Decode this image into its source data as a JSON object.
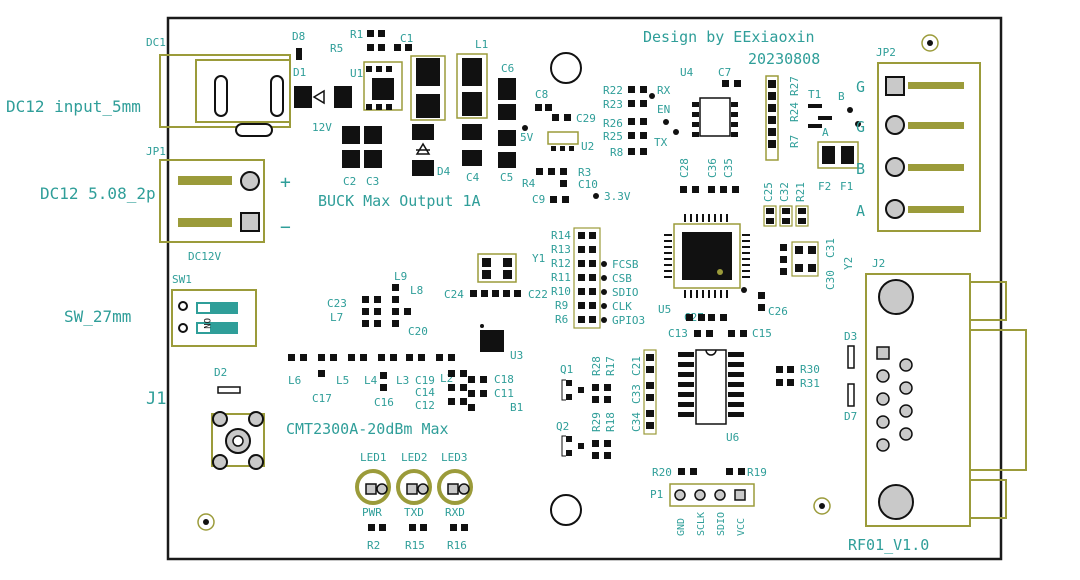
{
  "outline": {
    "color": "#1a1a1a"
  },
  "colors": {
    "silk_text": "#2f9e99",
    "footprint": "#9b9b3a",
    "pad": "#1a1a1a",
    "copper_pad": "#c9c9c9"
  },
  "title": {
    "design_by": "Design by EExiaoxin",
    "date": "20230808",
    "board_name": "RF01_V1.0"
  },
  "left_notes": {
    "dc_input": "DC12 input_5mm",
    "dc_terminal": "DC12 5.08_2p",
    "switch": "SW_27mm",
    "jumper": "J1"
  },
  "section_labels": {
    "buck": "BUCK Max Output 1A",
    "rf": "CMT2300A-20dBm Max"
  },
  "terminal_labels": {
    "plus": "+",
    "minus": "−",
    "dc12v": "DC12V",
    "v12": "12V",
    "v5": "5V",
    "v33": "3.3V"
  },
  "connector_jp2": {
    "ref": "JP2",
    "pins": [
      "G",
      "G",
      "B",
      "A"
    ]
  },
  "mcu_pins": [
    "FCSB",
    "CSB",
    "SDIO",
    "CLK",
    "GPIO3"
  ],
  "uart_pins": [
    "RX",
    "EN",
    "TX"
  ],
  "p1_pins": [
    "GND",
    "SCLK",
    "SDIO",
    "VCC"
  ],
  "leds": [
    {
      "ref": "LED1",
      "label": "PWR",
      "res": "R2"
    },
    {
      "ref": "LED2",
      "label": "TXD",
      "res": "R15"
    },
    {
      "ref": "LED3",
      "label": "RXD",
      "res": "R16"
    }
  ],
  "refs": {
    "dc1": "DC1",
    "d8": "D8",
    "r1": "R1",
    "r5": "R5",
    "c1": "C1",
    "l1": "L1",
    "u1": "U1",
    "d1": "D1",
    "c2": "C2",
    "c3": "C3",
    "d4": "D4",
    "c4": "C4",
    "c5": "C5",
    "c6": "C6",
    "c8": "C8",
    "c29": "C29",
    "u2": "U2",
    "r3": "R3",
    "r4": "R4",
    "c10": "C10",
    "c9": "C9",
    "jp1": "JP1",
    "sw1": "SW1",
    "on": "ON",
    "r22": "R22",
    "r23": "R23",
    "r26": "R26",
    "r25": "R25",
    "r8": "R8",
    "u4": "U4",
    "c7": "C7",
    "r27": "R27",
    "r24": "R24",
    "r7": "R7",
    "t1": "T1",
    "tb": "B",
    "ta": "A",
    "f1": "F1",
    "f2": "F2",
    "c28": "C28",
    "c36": "C36",
    "c35": "C35",
    "c25": "C25",
    "c32": "C32",
    "r21": "R21",
    "r14": "R14",
    "r13": "R13",
    "r12": "R12",
    "r11": "R11",
    "r10": "R10",
    "r9": "R9",
    "r6": "R6",
    "y1": "Y1",
    "u5": "U5",
    "c26": "C26",
    "c30": "C30",
    "c31": "C31",
    "y2": "Y2",
    "j2": "J2",
    "l9": "L9",
    "l8": "L8",
    "c23": "C23",
    "l7": "L7",
    "c20": "C20",
    "c24": "C24",
    "c22": "C22",
    "u3": "U3",
    "l6": "L6",
    "l5": "L5",
    "c17": "C17",
    "l4": "L4",
    "l3": "L3",
    "c16": "C16",
    "c19": "C19",
    "l2": "L2",
    "c14": "C14",
    "c12": "C12",
    "c18": "C18",
    "c11": "C11",
    "b1": "B1",
    "d2": "D2",
    "q1": "Q1",
    "q2": "Q2",
    "r28": "R28",
    "r17": "R17",
    "c21": "C21",
    "c33": "C33",
    "c34": "C34",
    "r29": "R29",
    "r18": "R18",
    "c27": "C27",
    "c13": "C13",
    "c15": "C15",
    "u6": "U6",
    "r30": "R30",
    "r31": "R31",
    "d3": "D3",
    "d7": "D7",
    "r20": "R20",
    "r19": "R19",
    "p1": "P1"
  }
}
